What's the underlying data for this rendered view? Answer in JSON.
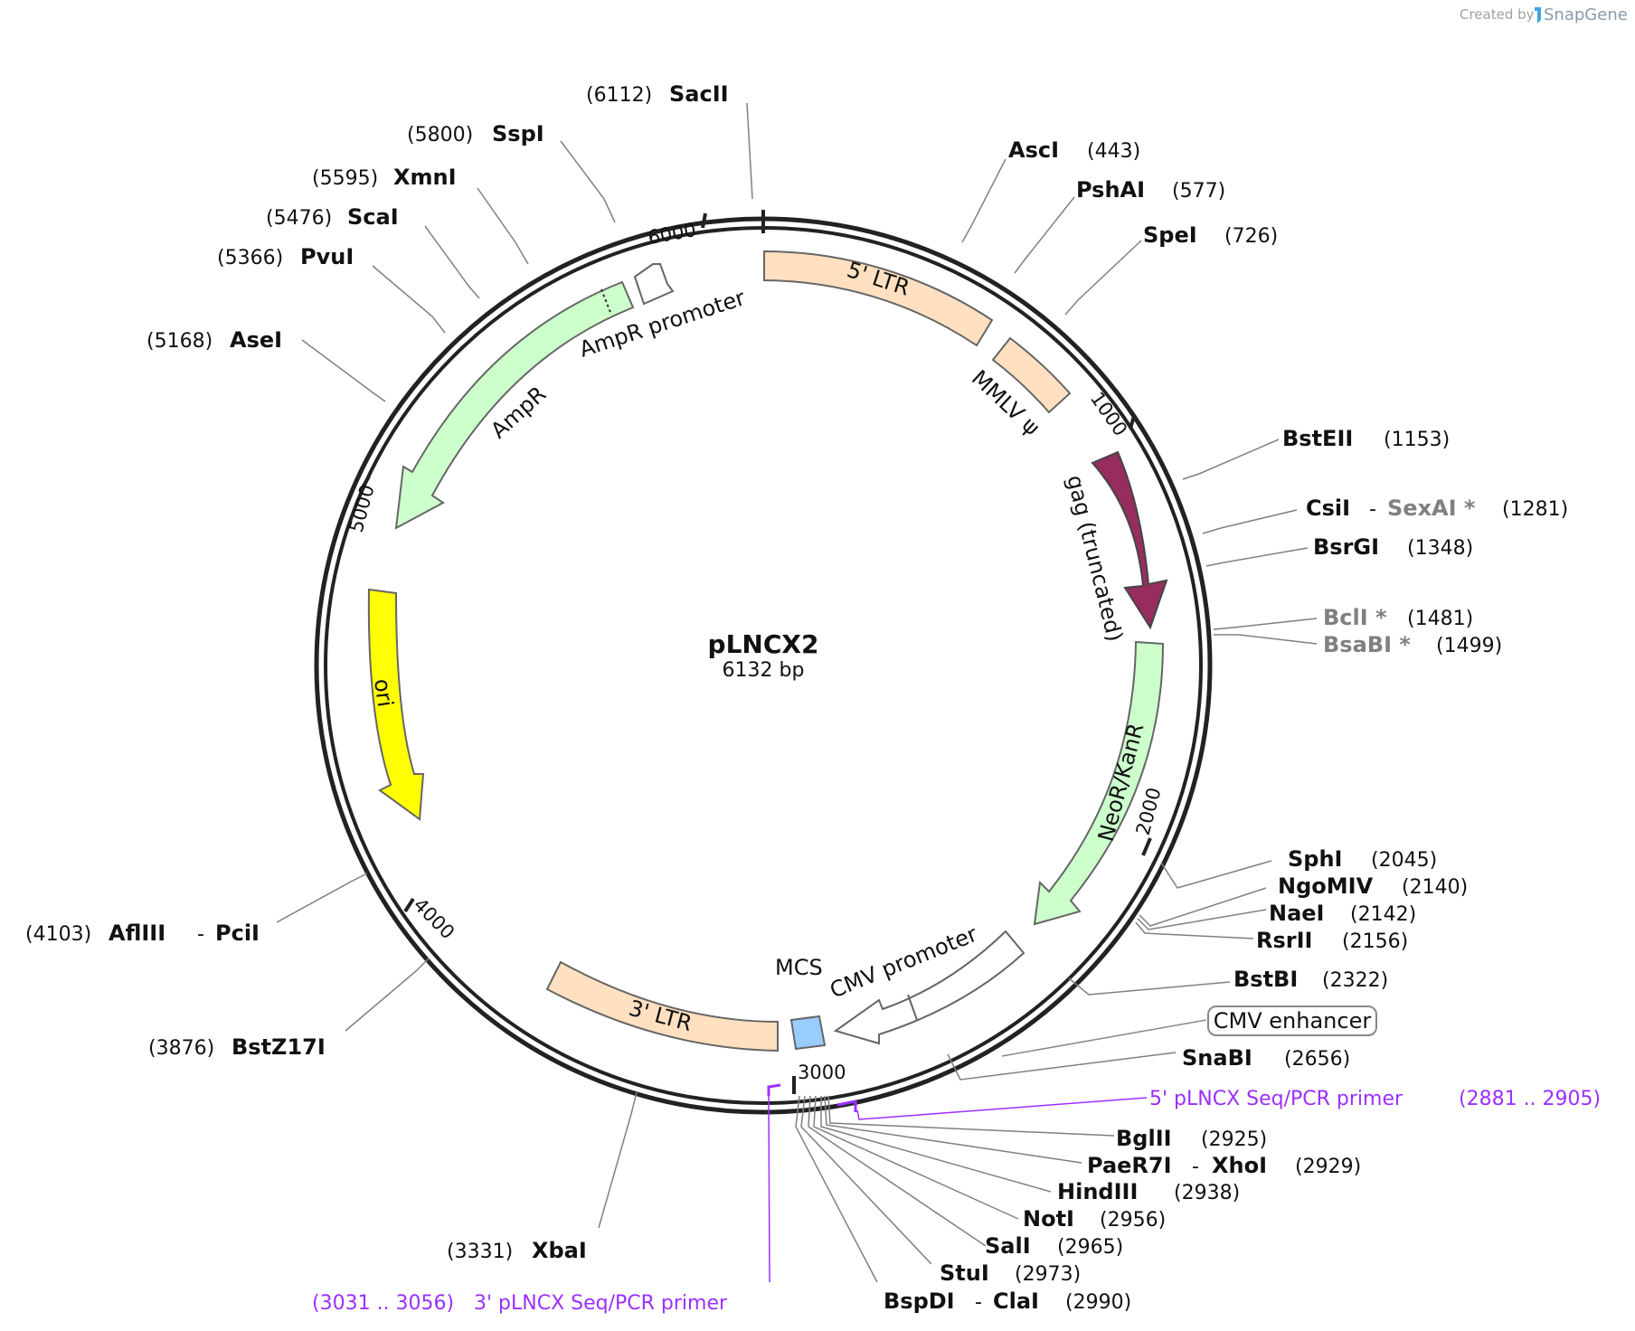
{
  "credit": {
    "prefix": "Created by",
    "brand": "SnapGene"
  },
  "plasmid": {
    "name": "pLNCX2",
    "length_label": "6132 bp"
  },
  "ticks": [
    "1000",
    "2000",
    "3000",
    "4000",
    "5000",
    "6000"
  ],
  "features": [
    {
      "name": "5' LTR",
      "color": "#ffe0c0"
    },
    {
      "name": "MMLV ψ",
      "color": "#ffe0c0"
    },
    {
      "name": "gag (truncated)",
      "color": "#962d5e"
    },
    {
      "name": "NeoR/KanR",
      "color": "#ccffcc"
    },
    {
      "name": "CMV promoter",
      "color": "#ffffff"
    },
    {
      "name": "CMV enhancer",
      "color": "#ffffff"
    },
    {
      "name": "MCS",
      "color": "#99ccff"
    },
    {
      "name": "3' LTR",
      "color": "#ffe0c0"
    },
    {
      "name": "ori",
      "color": "#ffff00"
    },
    {
      "name": "AmpR",
      "color": "#ccffcc"
    },
    {
      "name": "AmpR promoter",
      "color": "#ffffff"
    }
  ],
  "sites": {
    "sacII": {
      "name": "SacII",
      "pos": "(6112)"
    },
    "sspI": {
      "name": "SspI",
      "pos": "(5800)"
    },
    "xmnI": {
      "name": "XmnI",
      "pos": "(5595)"
    },
    "scaI": {
      "name": "ScaI",
      "pos": "(5476)"
    },
    "pvuI": {
      "name": "PvuI",
      "pos": "(5366)"
    },
    "aseI": {
      "name": "AseI",
      "pos": "(5168)"
    },
    "ascI": {
      "name": "AscI",
      "pos": "(443)"
    },
    "pshAI": {
      "name": "PshAI",
      "pos": "(577)"
    },
    "speI": {
      "name": "SpeI",
      "pos": "(726)"
    },
    "bstEII": {
      "name": "BstEII",
      "pos": "(1153)"
    },
    "csiI": {
      "name": "CsiI",
      "sep": "-",
      "name2": "SexAI *",
      "pos": "(1281)"
    },
    "bsrGI": {
      "name": "BsrGI",
      "pos": "(1348)"
    },
    "bclI": {
      "name": "BclI *",
      "pos": "(1481)"
    },
    "bsaBI": {
      "name": "BsaBI *",
      "pos": "(1499)"
    },
    "sphI": {
      "name": "SphI",
      "pos": "(2045)"
    },
    "ngoMIV": {
      "name": "NgoMIV",
      "pos": "(2140)"
    },
    "naeI": {
      "name": "NaeI",
      "pos": "(2142)"
    },
    "rsrII": {
      "name": "RsrII",
      "pos": "(2156)"
    },
    "bstBI": {
      "name": "BstBI",
      "pos": "(2322)"
    },
    "snaBI": {
      "name": "SnaBI",
      "pos": "(2656)"
    },
    "bglII": {
      "name": "BglII",
      "pos": "(2925)"
    },
    "paeR7I": {
      "name": "PaeR7I",
      "sep": "-",
      "name2": "XhoI",
      "pos": "(2929)"
    },
    "hindIII": {
      "name": "HindIII",
      "pos": "(2938)"
    },
    "notI": {
      "name": "NotI",
      "pos": "(2956)"
    },
    "salI": {
      "name": "SalI",
      "pos": "(2965)"
    },
    "stuI": {
      "name": "StuI",
      "pos": "(2973)"
    },
    "bspDI": {
      "name": "BspDI",
      "sep": "-",
      "name2": "ClaI",
      "pos": "(2990)"
    },
    "xbaI": {
      "name": "XbaI",
      "pos": "(3331)"
    },
    "bstZ17I": {
      "name": "BstZ17I",
      "pos": "(3876)"
    },
    "aflIII": {
      "name": "AflIII",
      "sep": "-",
      "name2": "PciI",
      "pos": "(4103)"
    }
  },
  "primers": {
    "fwd": {
      "name": "5' pLNCX Seq/PCR primer",
      "range": "(2881 .. 2905)"
    },
    "rev": {
      "name": "3' pLNCX Seq/PCR primer",
      "range": "(3031 .. 3056)"
    }
  }
}
